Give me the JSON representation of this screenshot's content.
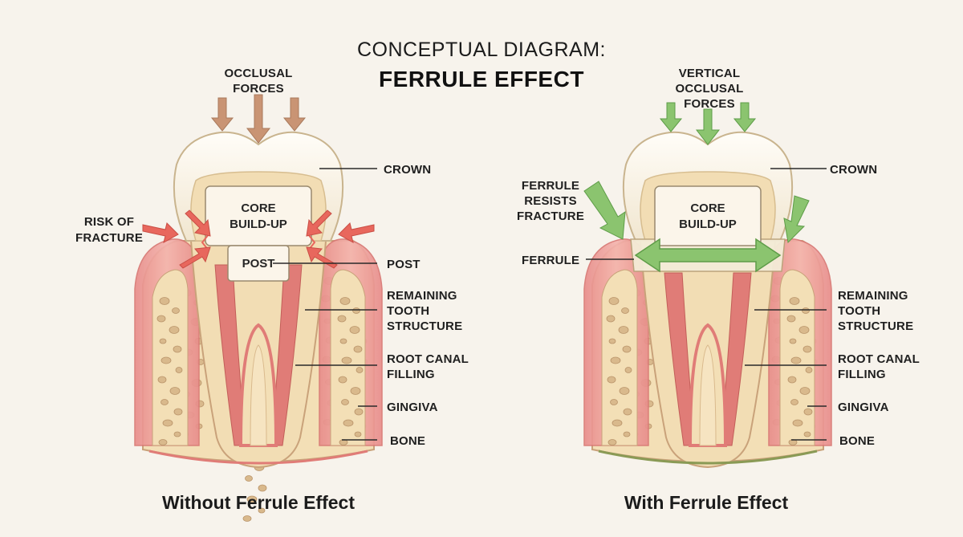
{
  "title": {
    "line1": "CONCEPTUAL DIAGRAM:",
    "line2": "FERRULE EFFECT"
  },
  "left_panel": {
    "caption": "Without Ferrule Effect",
    "forces_label": [
      "OCCLUSAL",
      "FORCES"
    ],
    "risk_label": [
      "RISK OF",
      "FRACTURE"
    ],
    "core_label": [
      "CORE",
      "BUILD-UP"
    ],
    "post_inner_label": "POST",
    "labels": {
      "crown": "CROWN",
      "post": "POST",
      "remaining": [
        "REMAINING",
        "TOOTH",
        "STRUCTURE"
      ],
      "root_canal": [
        "ROOT CANAL",
        "FILLING"
      ],
      "gingiva": "GINGIVA",
      "bone": "BONE"
    }
  },
  "right_panel": {
    "caption": "With Ferrule Effect",
    "forces_label": [
      "VERTICAL",
      "OCCLUSAL",
      "FORCES"
    ],
    "resists_label": [
      "FERRULE",
      "RESISTS",
      "FRACTURE"
    ],
    "ferrule_label": "FERRULE",
    "core_label": [
      "CORE",
      "BUILD-UP"
    ],
    "labels": {
      "crown": "CROWN",
      "remaining": [
        "REMAINING",
        "TOOTH",
        "STRUCTURE"
      ],
      "root_canal": [
        "ROOT CANAL",
        "FILLING"
      ],
      "gingiva": "GINGIVA",
      "bone": "BONE"
    }
  },
  "colors": {
    "background": "#f7f3ec",
    "enamel": "#fbf7ee",
    "dentin": "#f2ddb4",
    "gingiva": "#ee9e9a",
    "bone": "#f3dfb6",
    "pulp_red": "#e07c77",
    "risk_arrow": "#e8675d",
    "force_arrow_brown": "#c99474",
    "force_arrow_green": "#8bc46f",
    "ferrule_arrow": "#6fb35a"
  }
}
